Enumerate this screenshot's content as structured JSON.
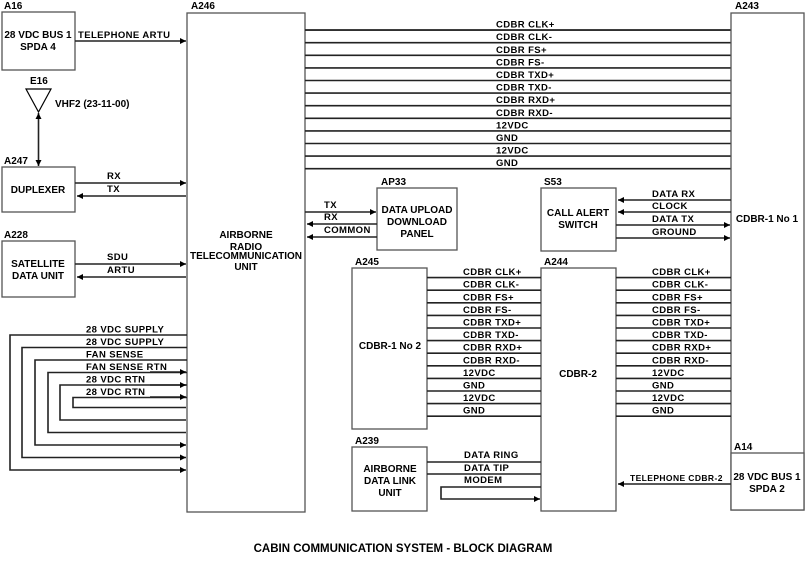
{
  "title": "CABIN COMMUNICATION SYSTEM - BLOCK DIAGRAM",
  "components": {
    "A16": {
      "ref": "A16",
      "lines": [
        "28 VDC BUS 1",
        "SPDA 4"
      ]
    },
    "E16": {
      "ref": "E16",
      "label": "VHF2 (23-11-00)"
    },
    "A247": {
      "ref": "A247",
      "lines": [
        "DUPLEXER"
      ]
    },
    "A228": {
      "ref": "A228",
      "lines": [
        "SATELLITE",
        "DATA UNIT"
      ]
    },
    "A246": {
      "ref": "A246",
      "lines": [
        "AIRBORNE",
        "RADIO",
        "TELECOMMUNICATION",
        "UNIT"
      ]
    },
    "AP33": {
      "ref": "AP33",
      "lines": [
        "DATA UPLOAD",
        "DOWNLOAD",
        "PANEL"
      ]
    },
    "S53": {
      "ref": "S53",
      "lines": [
        "CALL ALERT",
        "SWITCH"
      ]
    },
    "A243": {
      "ref": "A243",
      "lines": [
        "CDBR-1 No 1"
      ]
    },
    "A245": {
      "ref": "A245",
      "lines": [
        "CDBR-1 No 2"
      ]
    },
    "A244": {
      "ref": "A244",
      "lines": [
        "CDBR-2"
      ]
    },
    "A239": {
      "ref": "A239",
      "lines": [
        "AIRBORNE",
        "DATA LINK",
        "UNIT"
      ]
    },
    "A14": {
      "ref": "A14",
      "lines": [
        "28 VDC BUS 1",
        "SPDA 2"
      ]
    }
  },
  "signals": {
    "telephone_artu": "TELEPHONE ARTU",
    "duplexer": [
      "RX",
      "TX"
    ],
    "satellite": [
      "SDU",
      "ARTU"
    ],
    "cdbr_bus": [
      "CDBR CLK+",
      "CDBR CLK-",
      "CDBR FS+",
      "CDBR FS-",
      "CDBR TXD+",
      "CDBR TXD-",
      "CDBR RXD+",
      "CDBR RXD-",
      "12VDC",
      "GND",
      "12VDC",
      "GND"
    ],
    "ap33": [
      "TX",
      "RX",
      "COMMON"
    ],
    "s53": [
      "DATA RX",
      "CLOCK",
      "DATA TX",
      "GROUND"
    ],
    "power": [
      "28 VDC SUPPLY",
      "28 VDC SUPPLY",
      "FAN SENSE",
      "FAN SENSE RTN",
      "28 VDC RTN",
      "28 VDC RTN"
    ],
    "a239": [
      "DATA RING",
      "DATA TIP",
      "MODEM"
    ],
    "telephone_cdbr2": "TELEPHONE CDBR-2"
  }
}
